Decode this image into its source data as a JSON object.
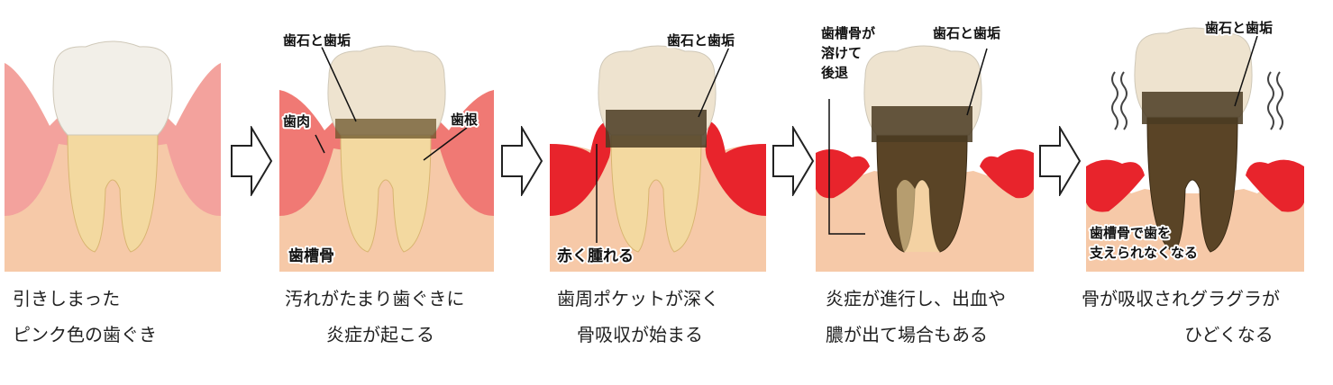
{
  "stages": [
    {
      "labels": [],
      "caption": [
        "引きしまった",
        "ピンク色の歯ぐき"
      ]
    },
    {
      "labels": {
        "calculus": "歯石と歯垢",
        "gum": "歯肉",
        "root": "歯根",
        "bone": "歯槽骨"
      },
      "caption": [
        "汚れがたまり歯ぐきに",
        "炎症が起こる"
      ]
    },
    {
      "labels": {
        "calculus": "歯石と歯垢",
        "swell": "赤く腫れる"
      },
      "caption": [
        "歯周ポケットが深く",
        "骨吸収が始まる"
      ]
    },
    {
      "labels": {
        "calculus": "歯石と歯垢",
        "bone_line1": "歯槽骨が",
        "bone_line2": "溶けて",
        "bone_line3": "後退"
      },
      "caption": [
        "炎症が進行し、出血や",
        "膿が出て場合もある"
      ]
    },
    {
      "labels": {
        "calculus": "歯石と歯垢",
        "support_line1": "歯槽骨で歯を",
        "support_line2": "支えられなくなる"
      },
      "caption": [
        "骨が吸収されグラグラが",
        "ひどくなる"
      ]
    }
  ],
  "colors": {
    "gum_healthy": "#f29b9b",
    "gum_inflamed": "#e8242c",
    "bone": "#f6c9a8",
    "crown": "#f2efe8",
    "root": "#f3d9a0",
    "calculus": "#4a3b22"
  }
}
